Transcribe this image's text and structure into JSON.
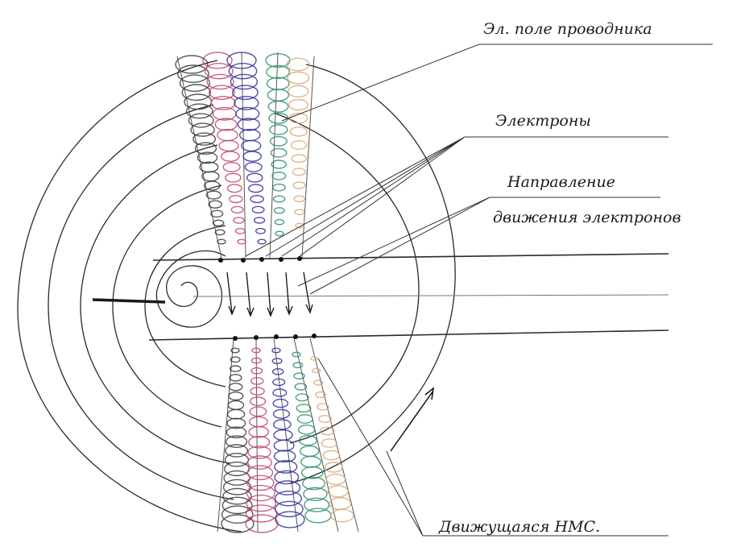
{
  "labels": {
    "field": "Эл. поле проводника",
    "electrons": "Электроны",
    "direction_line1": "Направление",
    "direction_line2": "движения электронов",
    "nms": "Движущаяся НМС."
  },
  "colors": {
    "ink": "#2a2a2a",
    "coils": [
      "#3a3a3a",
      "#c0476a",
      "#2f2f9a",
      "#2e8f6a",
      "#d9a878"
    ]
  }
}
